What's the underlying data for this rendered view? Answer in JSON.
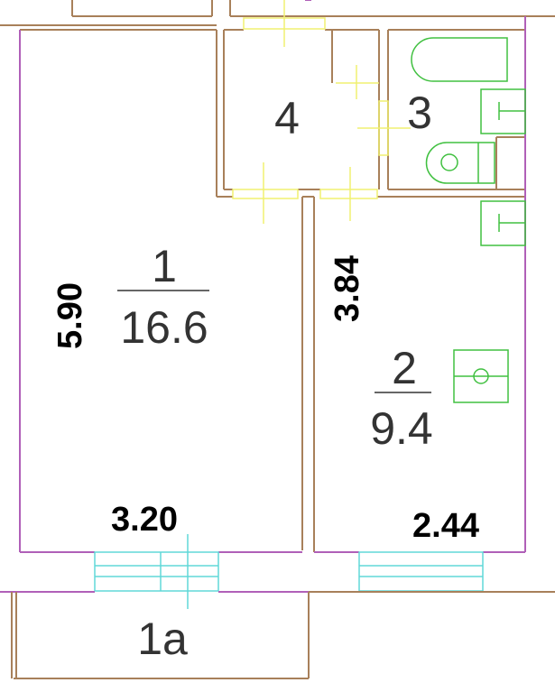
{
  "rooms": [
    {
      "number": "1",
      "area": "16.6"
    },
    {
      "number": "2",
      "area": "9.4"
    },
    {
      "number": "3"
    },
    {
      "number": "4"
    },
    {
      "number": "1a"
    }
  ],
  "dimensions": {
    "room1_height": "5.90",
    "room2_height": "3.84",
    "room1_width": "3.20",
    "room2_width": "2.44"
  },
  "colors": {
    "wall": "#a8805a",
    "exterior": "#b060b8",
    "door": "#f0f070",
    "fixture": "#40c040",
    "window": "#60d8d8"
  }
}
